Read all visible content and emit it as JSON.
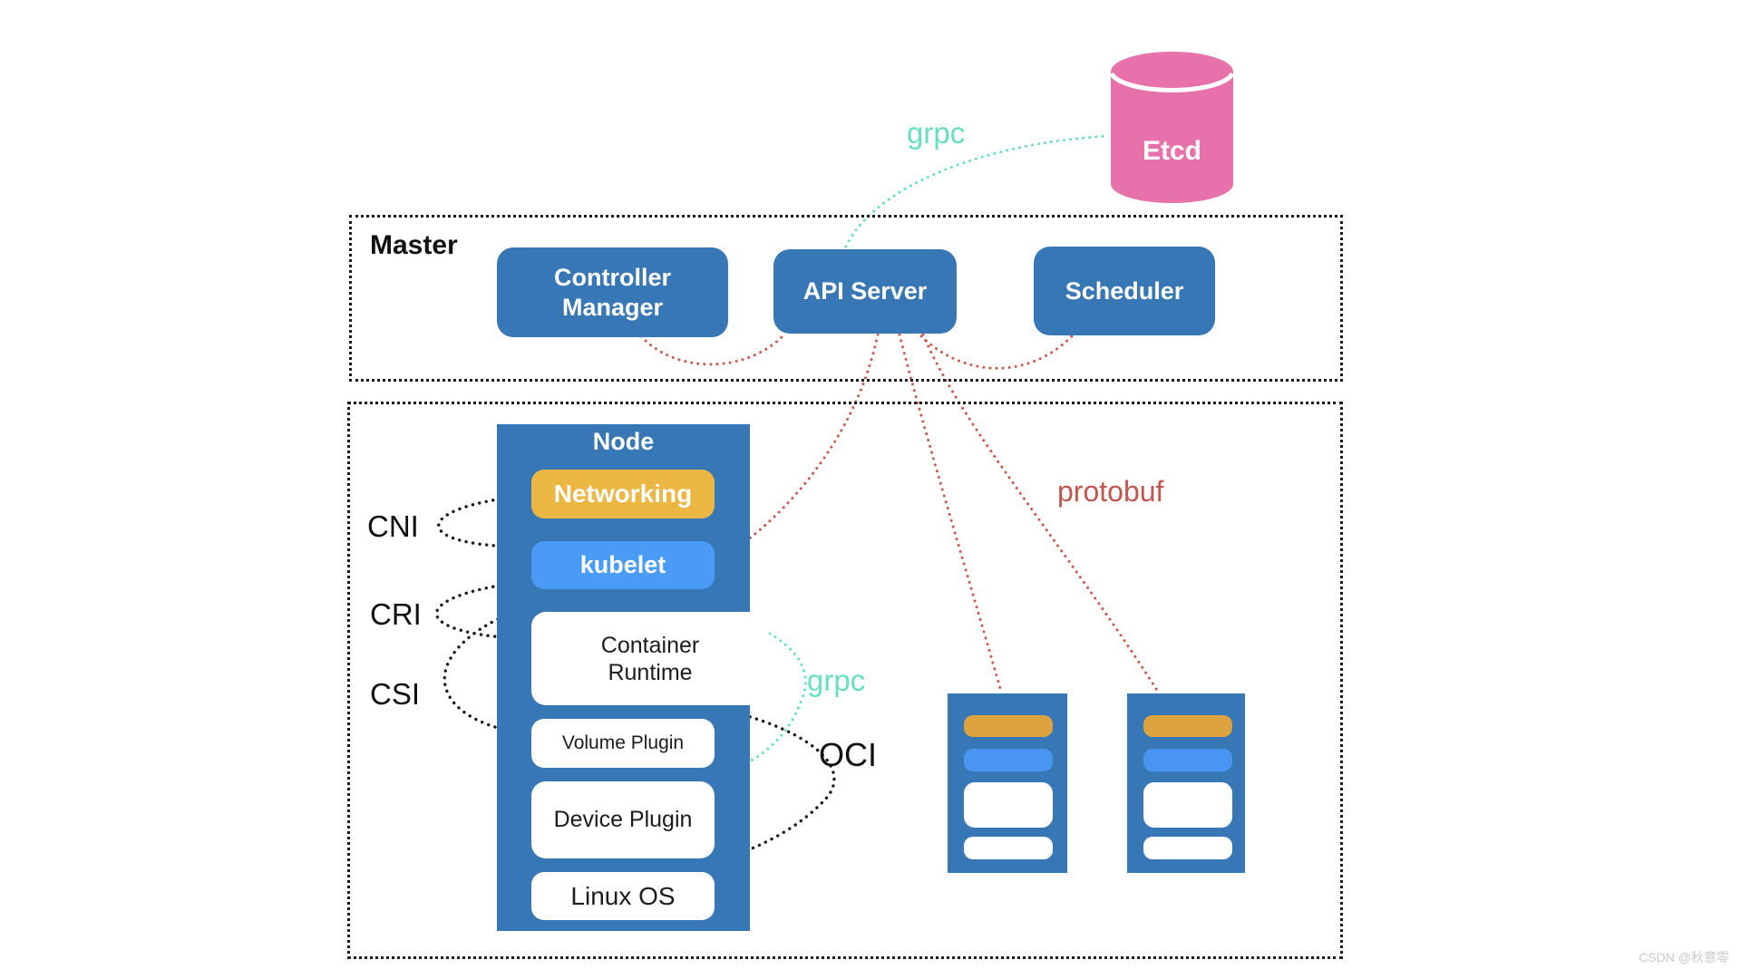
{
  "master": {
    "title": "Master",
    "controller_manager": "Controller Manager",
    "api_server": "API Server",
    "scheduler": "Scheduler"
  },
  "etcd": {
    "label": "Etcd"
  },
  "node": {
    "title": "Node",
    "networking": "Networking",
    "kubelet": "kubelet",
    "container_runtime": "Container Runtime",
    "volume_plugin": "Volume Plugin",
    "device_plugin": "Device Plugin",
    "linux_os": "Linux OS"
  },
  "interfaces": {
    "cni": "CNI",
    "cri": "CRI",
    "csi": "CSI",
    "oci": "OCI"
  },
  "protocols": {
    "grpc_etcd": "grpc",
    "grpc_runtime": "grpc",
    "protobuf": "protobuf"
  },
  "colors": {
    "primary_blue": "#3877B6",
    "kubelet_blue": "#4A9BF5",
    "mini_bar_blue": "#4896F2",
    "networking_yellow": "#EBB742",
    "mini_bar_yellow": "#DDA33E",
    "etcd_pink": "#E671AB",
    "grpc_teal": "#66E0BE",
    "protobuf_red": "#C85A50"
  },
  "watermark": "CSDN @秋意零"
}
